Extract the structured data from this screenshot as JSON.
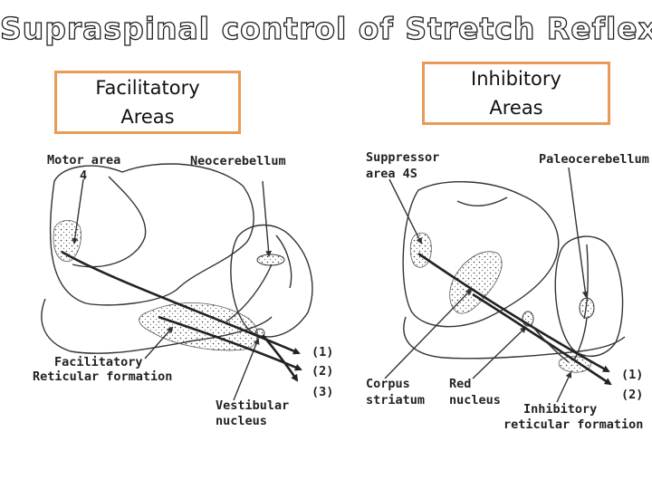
{
  "title": "Supraspinal control of Stretch Reflex",
  "boxes": {
    "facilitatory": "Facilitatory\nAreas",
    "inhibitory": "Inhibitory\nAreas"
  },
  "left_labels": {
    "motor_area": "Motor area",
    "motor_area_num": "4",
    "neocerebellum": "Neocerebellum",
    "reticular_1": "Facilitatory",
    "reticular_2": "Reticular formation",
    "vestibular_1": "Vestibular",
    "vestibular_2": "nucleus",
    "path1": "(1)",
    "path2": "(2)",
    "path3": "(3)"
  },
  "right_labels": {
    "suppressor_1": "Suppressor",
    "suppressor_2": "area 4S",
    "paleocerebellum": "Paleocerebellum",
    "corpus_1": "Corpus",
    "corpus_2": "striatum",
    "red_1": "Red",
    "red_2": "nucleus",
    "inh_ret_1": "Inhibitory",
    "inh_ret_2": "reticular formation",
    "path1": "(1)",
    "path2": "(2)"
  }
}
